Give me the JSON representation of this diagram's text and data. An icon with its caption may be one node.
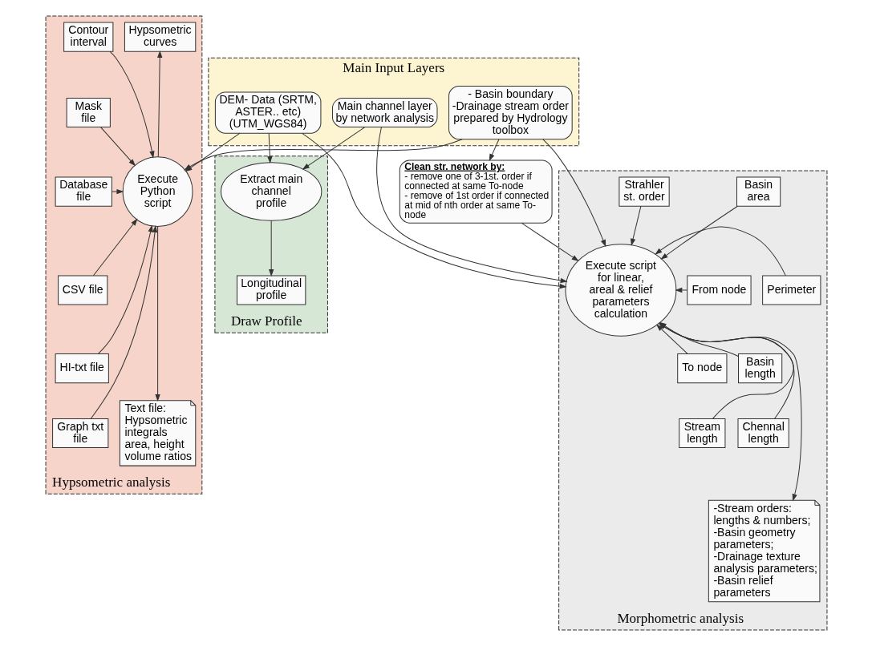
{
  "diagram": {
    "nodes": [
      {
        "text": [
          "Main Input Layers"
        ]
      },
      {
        "text": [
          "DEM- Data (SRTM, ASTER.. etc) (UTM_WGS84)"
        ],
        "in": 0
      },
      {
        "text": [
          "Main channel layer by network analysis"
        ],
        "in": 0
      },
      {
        "text": [
          "- Basin boundary",
          "-Drainage stream order prepared by Hydrology toolbox"
        ],
        "in": 0
      },
      {
        "text": [
          "Hypsometric analysis"
        ]
      },
      {
        "text": [
          "Hypsometric curves"
        ],
        "in": 4
      },
      {
        "text": [
          "Execute Python script"
        ],
        "in": 4
      },
      {
        "text": [
          "Contour interval"
        ],
        "in": 4
      },
      {
        "text": [
          "Mask file"
        ],
        "in": 4
      },
      {
        "text": [
          "Database file"
        ],
        "in": 4
      },
      {
        "text": [
          "CSV file"
        ],
        "in": 4
      },
      {
        "text": [
          "HI-txt file"
        ],
        "in": 4
      },
      {
        "text": [
          "Graph txt file"
        ],
        "in": 4
      },
      {
        "text": [
          "Text file: Hypsometric integrals area, height volume ratios"
        ],
        "in": 4
      },
      {
        "text": [
          "Morphometric analysis"
        ]
      },
      {
        "text": [
          "Basin area"
        ],
        "in": 14
      },
      {
        "text": [
          "Perimeter"
        ],
        "in": 14
      },
      {
        "text": [
          "Basin length"
        ],
        "in": 14
      },
      {
        "text": [
          "Chennal length"
        ],
        "in": 14
      },
      {
        "text": [
          "Strahler st. order"
        ],
        "in": 14
      },
      {
        "text": [
          "From node"
        ],
        "in": 14
      },
      {
        "text": [
          "To node"
        ],
        "in": 14
      },
      {
        "text": [
          "Stream length"
        ],
        "in": 14
      },
      {
        "text": [
          "Execute script for linear, areal & relief parameters calculation"
        ],
        "in": 14
      },
      {
        "text": [
          "-Stream orders: lengths & numbers;",
          "-Basin geometry parameters;",
          "-Drainage texture analysis parameters;",
          "-Basin relief parameters"
        ],
        "in": 14
      },
      {
        "text": [
          "Clean str. network by:",
          "- remove one of 3-1st. order if connected at same To-node",
          "- remove of 1st order if connected at mid of nth order at same To- node"
        ]
      },
      {
        "text": [
          "Draw Profile"
        ]
      },
      {
        "text": [
          "Extract main channel profile"
        ],
        "in": 26
      },
      {
        "text": [
          "Longitudinal profile"
        ],
        "in": 26
      }
    ],
    "edges": [
      {
        "from": 1,
        "to": 6,
        "arrow": "to"
      },
      {
        "from": 3,
        "to": 6,
        "arrow": "to"
      },
      {
        "from": 1,
        "to": 23,
        "arrow": "to"
      },
      {
        "from": 2,
        "to": 23,
        "arrow": "to"
      },
      {
        "from": 3,
        "to": 23,
        "arrow": "to"
      },
      {
        "from": 25,
        "to": 23,
        "arrow": "to"
      },
      {
        "from": 3,
        "to": 25,
        "arrow": "to"
      },
      {
        "from": 1,
        "to": 27,
        "arrow": "to"
      },
      {
        "from": 2,
        "to": 27,
        "arrow": "to"
      },
      {
        "from": 6,
        "to": 5,
        "arrow": "to"
      },
      {
        "from": 7,
        "to": 6,
        "arrow": "to"
      },
      {
        "from": 8,
        "to": 6,
        "arrow": "to"
      },
      {
        "from": 9,
        "to": 6,
        "arrow": "to"
      },
      {
        "from": 10,
        "to": 6,
        "arrow": "to"
      },
      {
        "from": 11,
        "to": 6,
        "arrow": "to"
      },
      {
        "from": 12,
        "to": 6,
        "arrow": "to"
      },
      {
        "from": 6,
        "to": 13,
        "arrow": "to"
      },
      {
        "from": 15,
        "to": 23,
        "arrow": "to"
      },
      {
        "from": 16,
        "to": 23,
        "arrow": "to"
      },
      {
        "from": 17,
        "to": 23,
        "arrow": "to"
      },
      {
        "from": 18,
        "to": 23,
        "arrow": "to"
      },
      {
        "from": 19,
        "to": 23,
        "arrow": "to"
      },
      {
        "from": 20,
        "to": 23,
        "arrow": "to"
      },
      {
        "from": 21,
        "to": 23,
        "arrow": "to"
      },
      {
        "from": 22,
        "to": 23,
        "arrow": "to"
      },
      {
        "from": 23,
        "to": 24,
        "arrow": "to"
      },
      {
        "from": 27,
        "to": 28,
        "arrow": "to"
      }
    ]
  }
}
